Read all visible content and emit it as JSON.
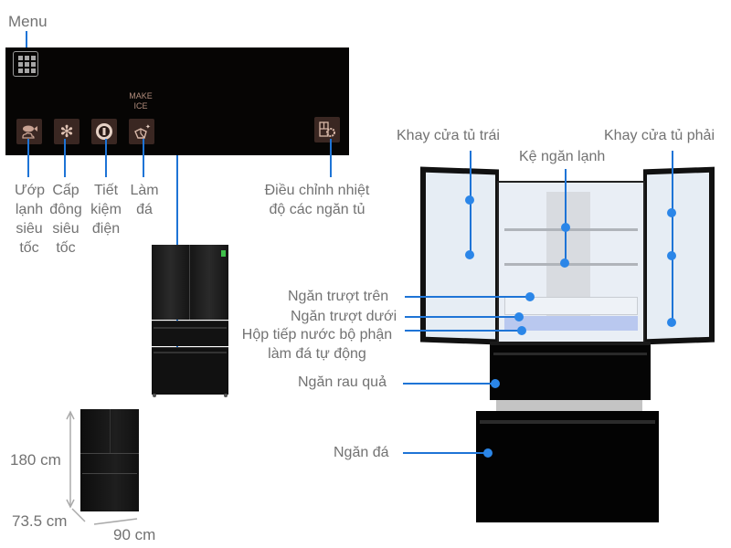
{
  "panel": {
    "menu_label": "Menu",
    "make_ice_text": "MAKE ICE",
    "buttons": [
      {
        "icon": "fish-cloud-icon",
        "label_lines": [
          "Ướp",
          "lạnh",
          "siêu",
          "tốc"
        ]
      },
      {
        "icon": "snowflake-icon",
        "label_lines": [
          "Cấp",
          "đông",
          "siêu",
          "tốc"
        ]
      },
      {
        "icon": "eco-power-icon",
        "label_lines": [
          "Tiết",
          "kiệm",
          "điện"
        ]
      },
      {
        "icon": "ice-cube-icon",
        "label_lines": [
          "Làm",
          "đá"
        ]
      },
      {
        "icon": "temperature-settings-icon",
        "label_lines": [
          "Điều chỉnh nhiệt",
          "độ các ngăn tủ"
        ]
      }
    ]
  },
  "dimensions": {
    "height": "180 cm",
    "depth": "73.5 cm",
    "width": "90 cm"
  },
  "callouts": {
    "left_door_tray": "Khay cửa tủ trái",
    "fridge_shelf": "Kệ ngăn lạnh",
    "right_door_tray": "Khay cửa tủ phải",
    "upper_slide_drawer": "Ngăn trượt trên",
    "lower_slide_drawer": "Ngăn trượt dưới",
    "ice_maker_water_tank_line1": "Hộp tiếp nước bộ phận",
    "ice_maker_water_tank_line2": "làm đá tự động",
    "vegetable_drawer": "Ngăn rau quả",
    "freezer_drawer": "Ngăn đá"
  },
  "colors": {
    "callout_line": "#1e74d6",
    "callout_dot": "#2b86e8",
    "label_text": "#727272",
    "panel_bg": "#060504",
    "panel_button": "#3a2722"
  }
}
